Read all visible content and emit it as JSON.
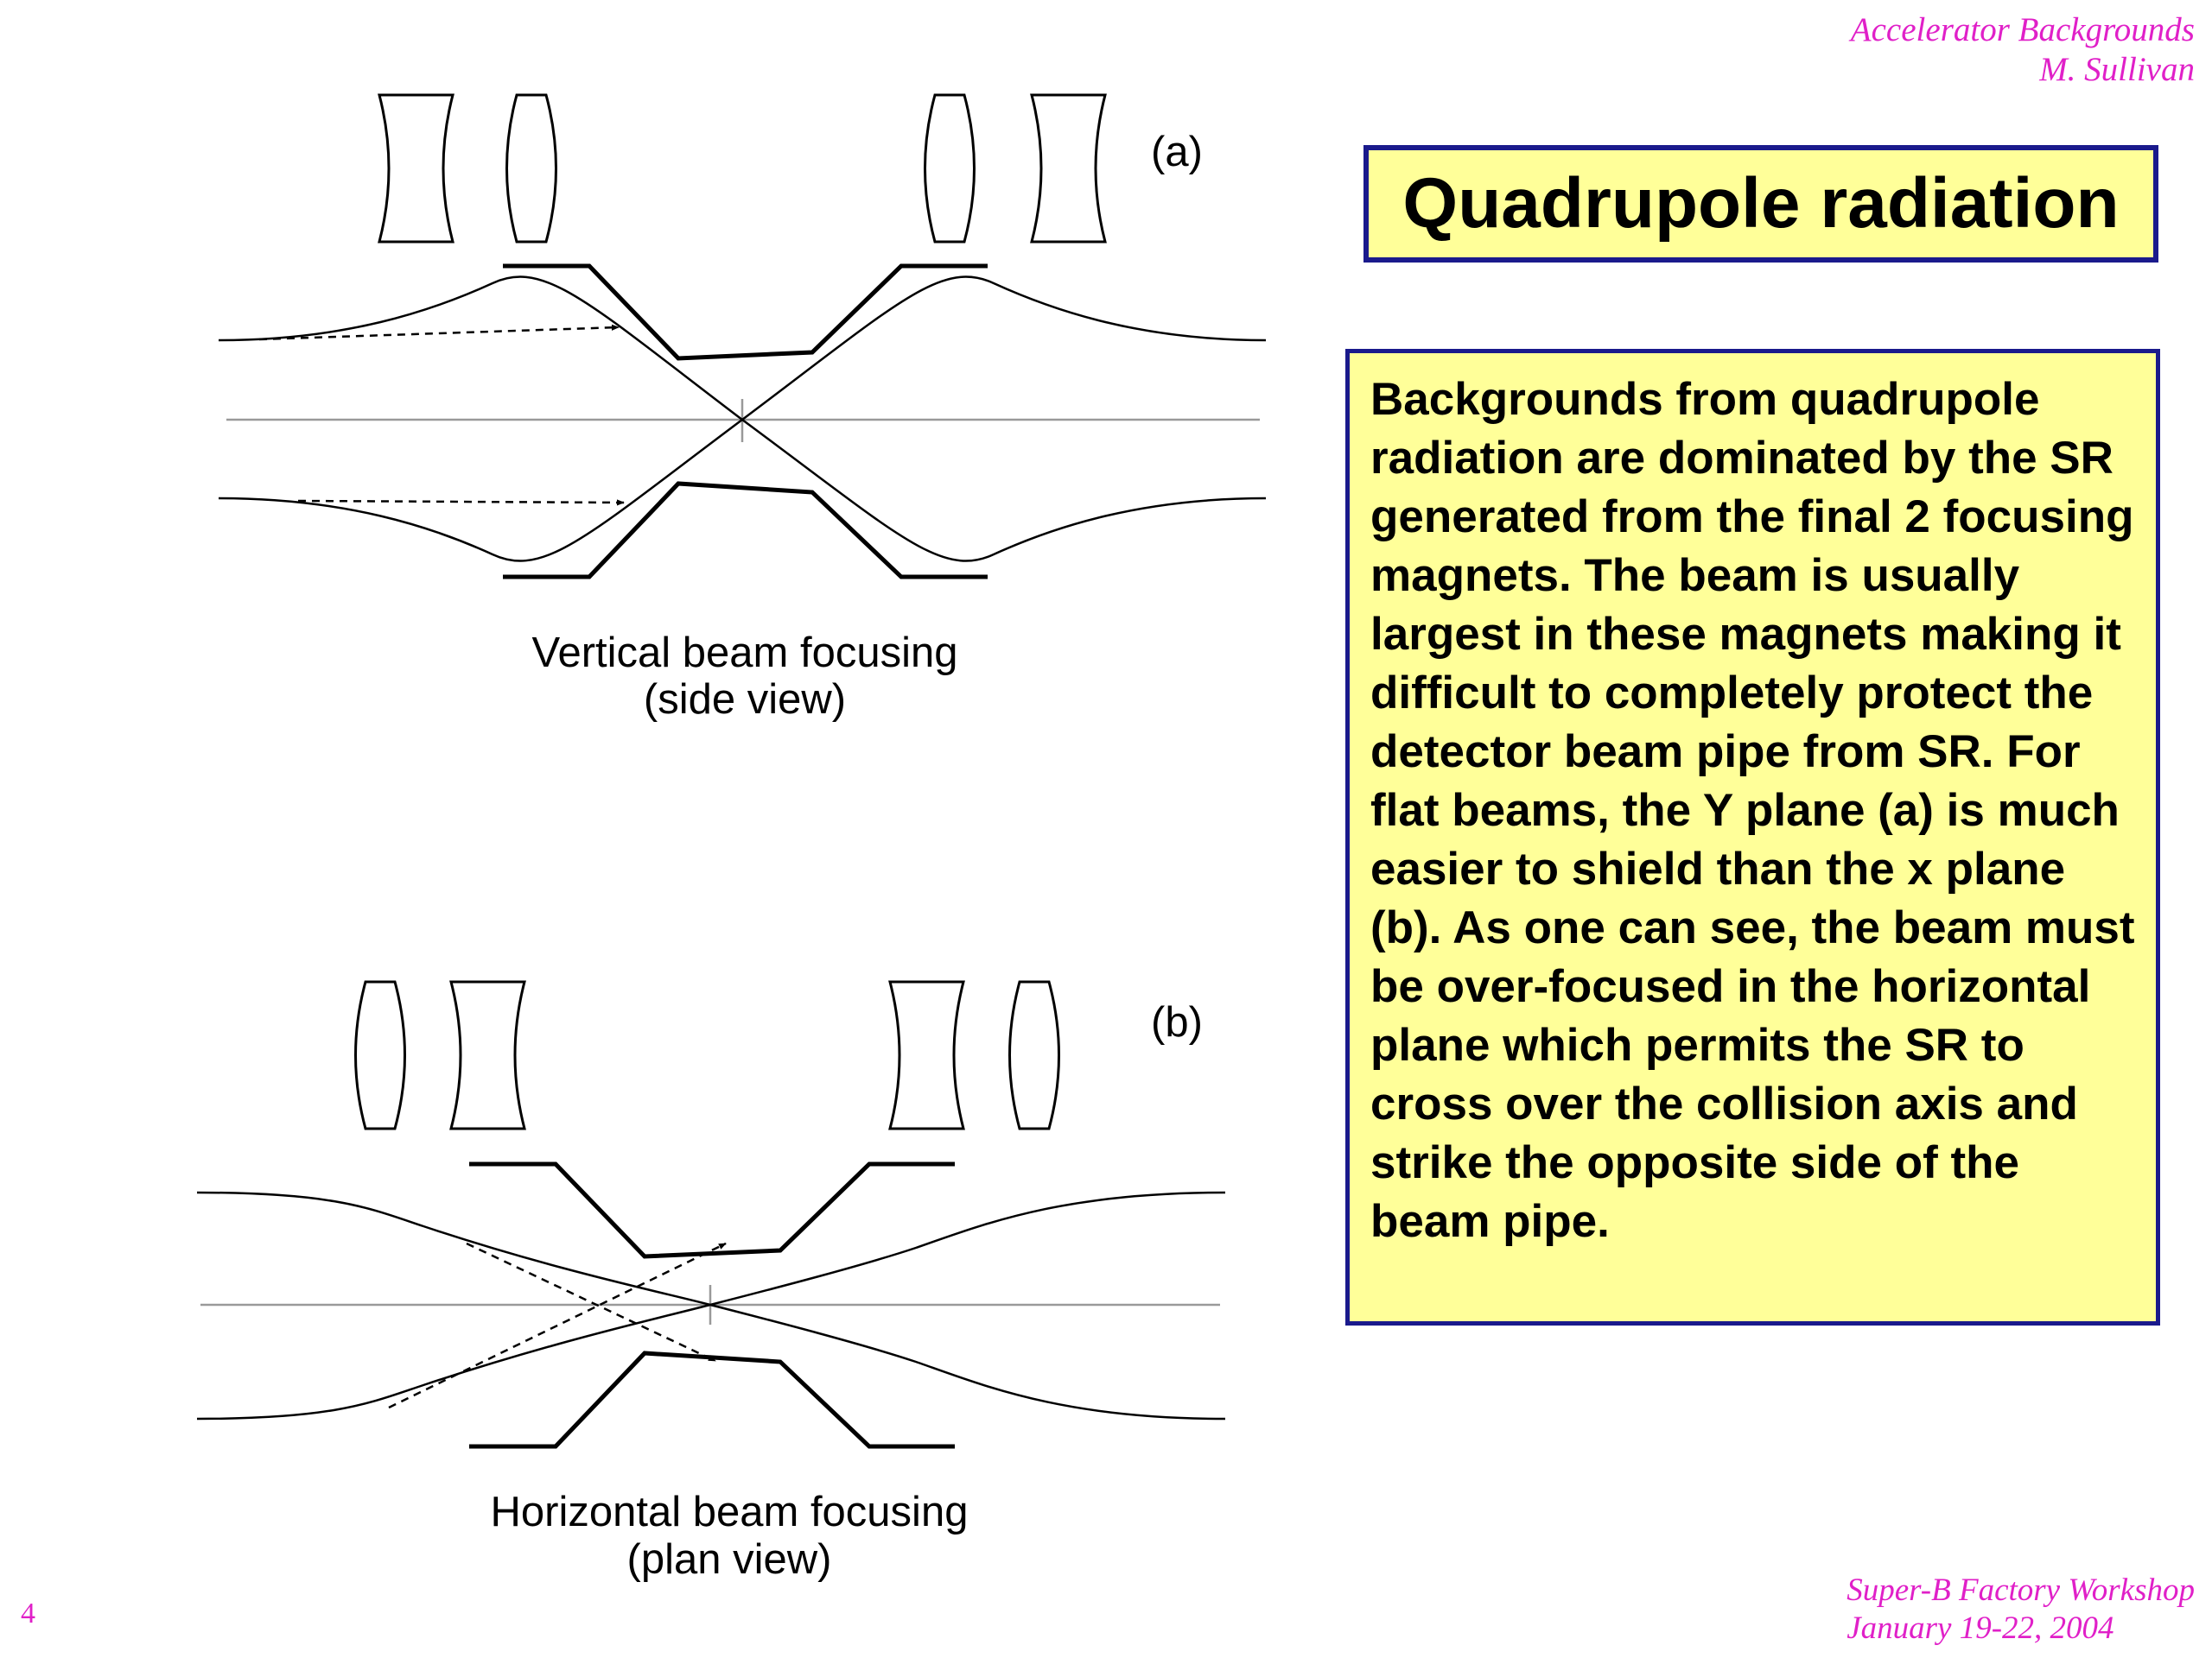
{
  "header": {
    "line1": "Accelerator Backgrounds",
    "line2": "M. Sullivan"
  },
  "title": "Quadrupole radiation",
  "body_text": "Backgrounds from quadrupole radiation are dominated by the SR generated from the final 2 focusing magnets. The beam is usually largest in these magnets making it difficult to completely protect the detector beam pipe from SR. For flat beams, the Y plane (a) is much easier to shield than the x plane (b). As one can see, the beam must be over-focused in the horizontal plane which permits the SR to cross over the collision axis and strike the opposite side of the beam pipe.",
  "figure_a": {
    "label": "(a)",
    "caption_line1": "Vertical beam focusing",
    "caption_line2": "(side view)"
  },
  "figure_b": {
    "label": "(b)",
    "caption_line1": "Horizontal beam focusing",
    "caption_line2": "(plan view)"
  },
  "footer": {
    "line1": "Super-B Factory Workshop",
    "line2": "January 19-22, 2004",
    "page_number": "4"
  },
  "colors": {
    "accent_text": "#e020c8",
    "box_fill": "#ffff99",
    "box_border": "#1a1a8c"
  }
}
